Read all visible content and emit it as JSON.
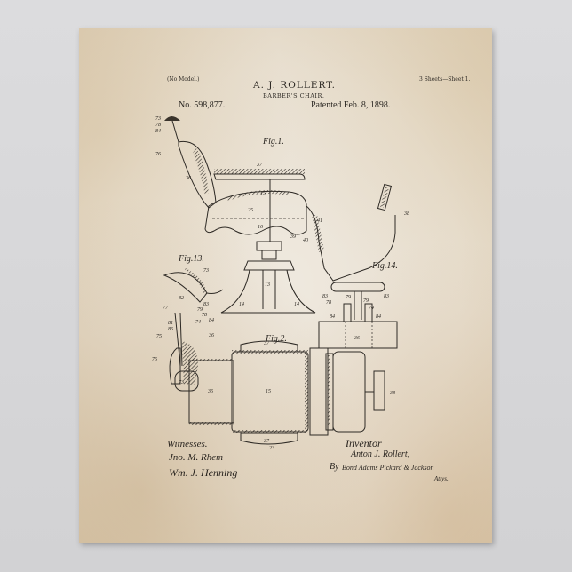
{
  "poster": {
    "header": {
      "model_note": "(No Model.)",
      "sheets": "3 Sheets—Sheet 1.",
      "inventor_name": "A. J. ROLLERT.",
      "title": "BARBER'S CHAIR.",
      "patent_number": "No. 598,877.",
      "patent_date": "Patented Feb. 8, 1898."
    },
    "figures": {
      "fig1": "Fig.1.",
      "fig2": "Fig.2.",
      "fig13": "Fig.13.",
      "fig14": "Fig.14."
    },
    "reference_numbers": {
      "fig1": [
        "73",
        "78",
        "84",
        "76",
        "36",
        "37",
        "15",
        "25",
        "16",
        "39",
        "40",
        "41",
        "38",
        "13",
        "14"
      ],
      "fig13": [
        "73",
        "82",
        "77",
        "83",
        "79",
        "78",
        "81",
        "86",
        "75",
        "74",
        "84",
        "36",
        "76"
      ],
      "fig14": [
        "83",
        "79",
        "79",
        "83",
        "78",
        "74",
        "84",
        "84",
        "36"
      ],
      "fig2": [
        "37",
        "15",
        "73",
        "36",
        "38",
        "37",
        "23"
      ]
    },
    "footer": {
      "witnesses_label": "Witnesses.",
      "witness_1": "Jno. M. Rhem",
      "witness_2": "Wm. J. Henning",
      "inventor_label": "Inventor",
      "inventor_signature": "Anton J. Rollert,",
      "attorney_prefix": "By",
      "attorney_signature": "Bond Adams Pickard & Jackson",
      "attorney_suffix": "Attys."
    },
    "colors": {
      "paper": "#e8dfd0",
      "ink": "#2e2a25",
      "background": "#d6d6d8"
    }
  }
}
